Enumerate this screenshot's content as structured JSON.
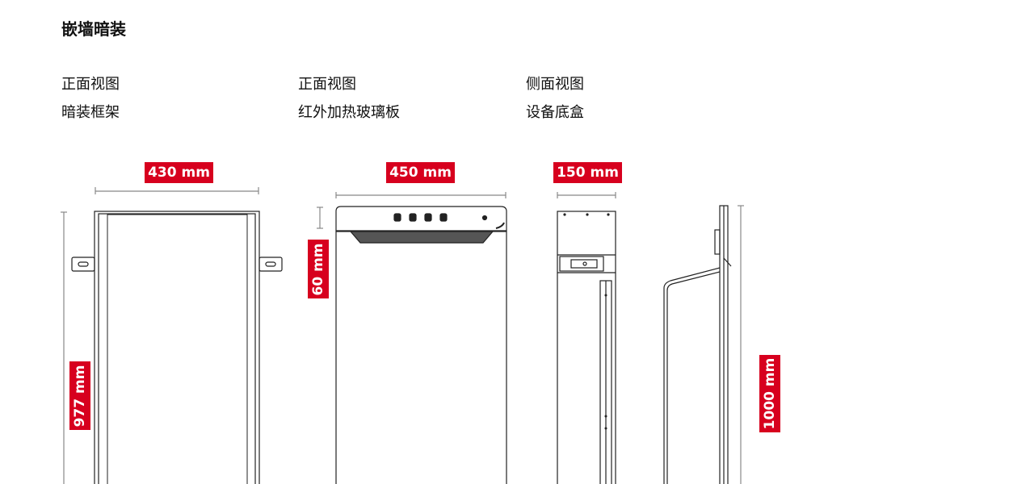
{
  "title": "嵌墙暗装",
  "views": [
    {
      "line1": "正面视图",
      "line2": "暗装框架"
    },
    {
      "line1": "正面视图",
      "line2": "红外加热玻璃板"
    },
    {
      "line1": "侧面视图",
      "line2": "设备底盒"
    }
  ],
  "dimensions": {
    "frame_width": "430 mm",
    "panel_width": "450 mm",
    "box_width": "150 mm",
    "control_height": "60 mm",
    "frame_height": "977 mm",
    "side_height": "1000 mm"
  },
  "colors": {
    "accent": "#d7001e"
  }
}
